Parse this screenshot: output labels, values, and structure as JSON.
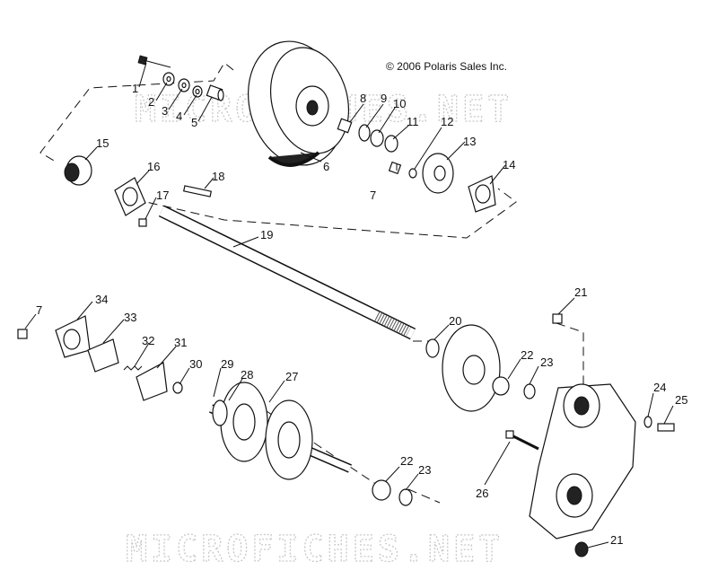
{
  "diagram": {
    "copyright": "© 2006 Polaris Sales Inc.",
    "watermark_top": "MICROFICHES.NET",
    "watermark_bottom": "MICROFICHES.NET",
    "labels": [
      "1",
      "2",
      "3",
      "4",
      "5",
      "6",
      "7",
      "8",
      "9",
      "10",
      "11",
      "12",
      "13",
      "14",
      "15",
      "16",
      "17",
      "18",
      "19",
      "20",
      "7",
      "34",
      "33",
      "32",
      "31",
      "30",
      "29",
      "28",
      "27",
      "22",
      "23",
      "21",
      "24",
      "25",
      "26",
      "22",
      "23",
      "21"
    ]
  }
}
